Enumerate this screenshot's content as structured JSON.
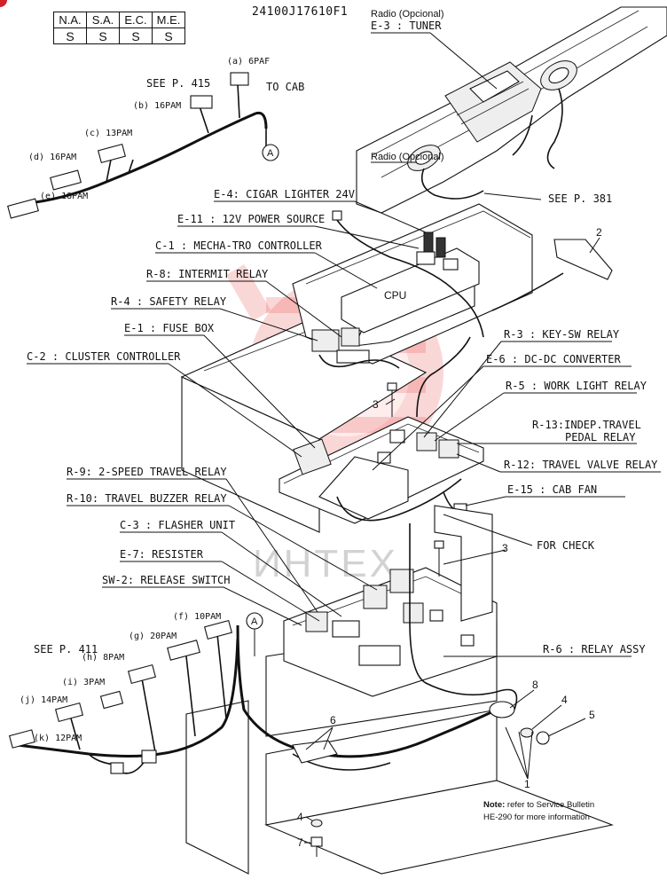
{
  "drawing_code": "24100J17610F1",
  "spec_table": {
    "headers": [
      "N.A.",
      "S.A.",
      "E.C.",
      "M.E."
    ],
    "values": [
      "S",
      "S",
      "S",
      "S"
    ]
  },
  "callouts": {
    "radio_opcional": "Radio (Opcional)",
    "tuner": "E-3 : TUNER",
    "cigar_lighter": "E-4: CIGAR LIGHTER 24V",
    "power_source": "E-11 : 12V POWER SOURCE",
    "mechatro": "C-1 : MECHA-TRO CONTROLLER",
    "intermit_relay": "R-8: INTERMIT RELAY",
    "safety_relay": "R-4 : SAFETY RELAY",
    "fuse_box": "E-1 : FUSE BOX",
    "cluster_controller": "C-2 : CLUSTER CONTROLLER",
    "key_sw_relay": "R-3 : KEY-SW RELAY",
    "dcdc": "E-6 : DC-DC CONVERTER",
    "work_light": "R-5 : WORK LIGHT RELAY",
    "indep_travel_1": "R-13:INDEP.TRAVEL",
    "indep_travel_2": "PEDAL RELAY",
    "travel_valve": "R-12: TRAVEL VALVE RELAY",
    "cab_fan": "E-15 : CAB FAN",
    "two_speed": "R-9: 2-SPEED TRAVEL RELAY",
    "buzzer": "R-10: TRAVEL BUZZER RELAY",
    "flasher": "C-3 : FLASHER UNIT",
    "resister": "E-7: RESISTER",
    "release_switch": "SW-2: RELEASE SWITCH",
    "relay_assy": "R-6 : RELAY ASSY",
    "for_check": "FOR CHECK",
    "see_381": "SEE P. 381",
    "see_415": "SEE P. 415",
    "see_411": "SEE P. 411",
    "to_cab": "TO CAB",
    "cpu": "CPU"
  },
  "connectors_top": [
    "(a) 6PAF",
    "(b) 16PAM",
    "(c) 13PAM",
    "(d) 16PAM",
    "(e) 18PAM"
  ],
  "connectors_bottom": [
    "(f) 10PAM",
    "(g) 20PAM",
    "(h) 8PAM",
    "(i) 3PAM",
    "(j) 14PAM",
    "(k) 12PAM"
  ],
  "ref_marker": "A",
  "item_numbers": [
    "1",
    "2",
    "3",
    "3",
    "4",
    "4",
    "5",
    "6",
    "7",
    "8"
  ],
  "note": {
    "bold": "Note:",
    "line1": " refer to Service Bulletin",
    "line2": "HE-290 for more information"
  },
  "watermark": "ИНТЕХ"
}
